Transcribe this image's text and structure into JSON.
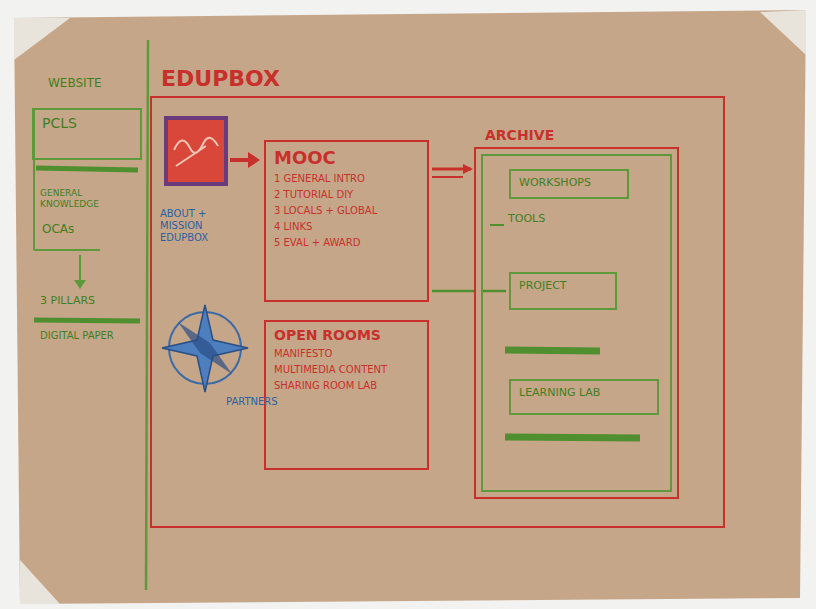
{
  "diagram": {
    "title": "EDUPBOX",
    "nodes": [
      {
        "text": [
          "PCLS"
        ]
      },
      {
        "text": [
          "EDUPBOX"
        ]
      },
      {
        "text": [
          "MOOC",
          "1 GENERAL INTRO",
          "2 TUTORIAL DIY",
          "3 LOCALS + GLOBAL",
          "4 LINKS",
          "5 EVAL + AWARD"
        ],
        "in": 1
      },
      {
        "text": [
          "OPEN ROOMS",
          "MANIFESTO",
          "MULTIMEDIA CONTENT",
          "SHARING ROOM LAB"
        ],
        "in": 1
      },
      {
        "text": [
          "ARCHIVE"
        ],
        "in": 1
      },
      {
        "text": [
          "WORKSHOPS"
        ],
        "in": 4
      },
      {
        "text": [
          "PROJECT"
        ],
        "in": 4
      },
      {
        "text": [
          "LEARNING LAB"
        ],
        "in": 4
      }
    ],
    "edges": [
      {
        "from": 2,
        "to": 4,
        "arrow": "to"
      },
      {
        "from": 2,
        "to": 6,
        "arrow": "none"
      }
    ],
    "labels": [
      "WEBSITE",
      "GENERAL KNOWLEDGE",
      "OCAs",
      "3 PILLARS",
      "DIGITAL PAPER",
      "ABOUT + MISSION EDUPBOX",
      "PARTNERS",
      "TOOLS"
    ]
  }
}
